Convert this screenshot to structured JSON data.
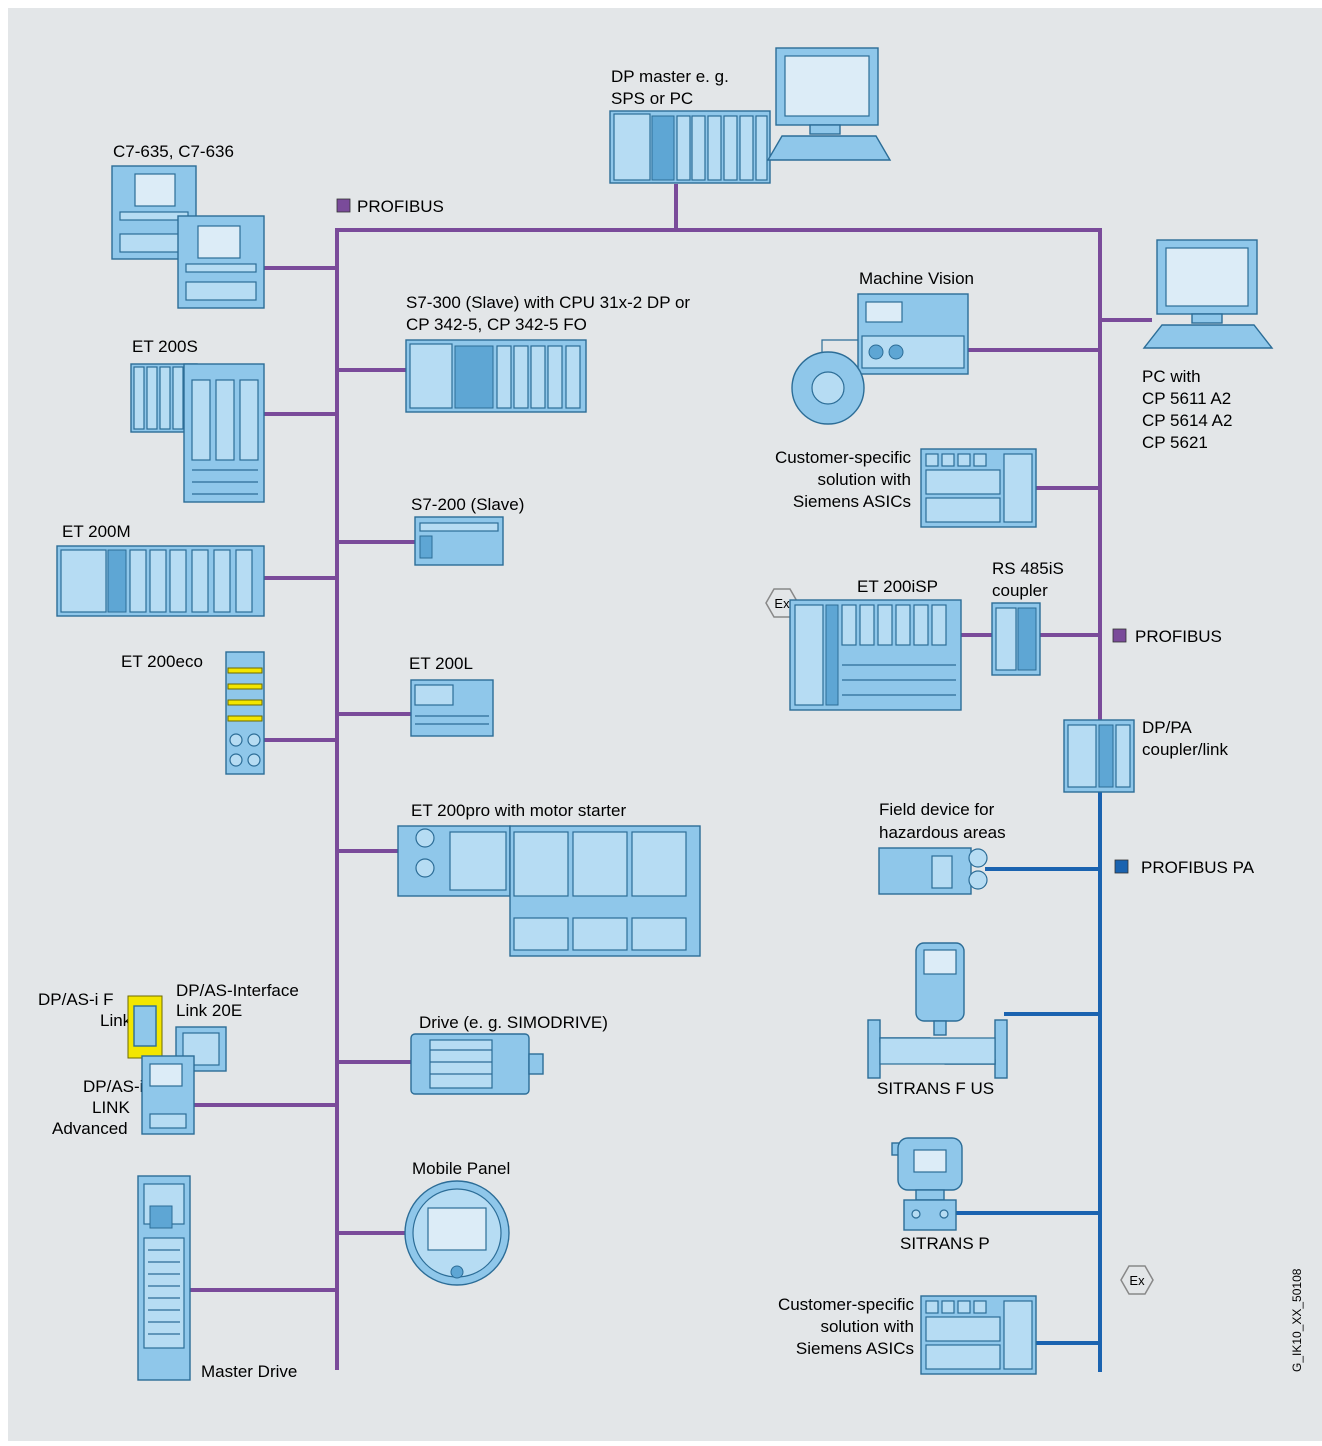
{
  "colors": {
    "background": "#e3e6e8",
    "profibus": "#7a4b9a",
    "profibus_pa": "#1a63b0",
    "device": "#8fc7ea"
  },
  "legend": {
    "profibus_top": "PROFIBUS",
    "profibus_right": "PROFIBUS",
    "profibus_pa": "PROFIBUS PA"
  },
  "devices": {
    "dp_master": {
      "l1": "DP master e. g.",
      "l2": "SPS or PC"
    },
    "c7": "C7-635, C7-636",
    "s7_300": {
      "l1": "S7-300 (Slave) with CPU 31x-2 DP or",
      "l2": "CP 342-5, CP 342-5 FO"
    },
    "et200s": "ET 200S",
    "s7_200": "S7-200 (Slave)",
    "et200m": "ET 200M",
    "et200eco": "ET 200eco",
    "et200l": "ET 200L",
    "et200pro": "ET 200pro with motor starter",
    "dpasi_f": {
      "l1": "DP/AS-i F",
      "l2": "Link"
    },
    "dpasi_link20e": {
      "l1": "DP/AS-Interface",
      "l2": "Link 20E"
    },
    "dpasi_adv": {
      "l1": "DP/AS-i",
      "l2": "LINK",
      "l3": "Advanced"
    },
    "drive": "Drive (e. g. SIMODRIVE)",
    "mobile_panel": "Mobile Panel",
    "master_drive": "Master Drive",
    "machine_vision": "Machine Vision",
    "pc_with": {
      "l1": "PC with",
      "l2": "CP 5611 A2",
      "l3": "CP 5614 A2",
      "l4": "CP 5621"
    },
    "asics_top": {
      "l1": "Customer-specific",
      "l2": "solution with",
      "l3": "Siemens ASICs"
    },
    "et200isp": "ET 200iSP",
    "rs485": {
      "l1": "RS 485iS",
      "l2": "coupler"
    },
    "dppa": {
      "l1": "DP/PA",
      "l2": "coupler/link"
    },
    "field_device": {
      "l1": "Field device for",
      "l2": "hazardous areas"
    },
    "sitrans_f": "SITRANS F US",
    "sitrans_p": "SITRANS P",
    "asics_bottom": {
      "l1": "Customer-specific",
      "l2": "solution with",
      "l3": "Siemens ASICs"
    }
  },
  "ex_symbol": "Ex",
  "figure_id": "G_IK10_XX_50108"
}
